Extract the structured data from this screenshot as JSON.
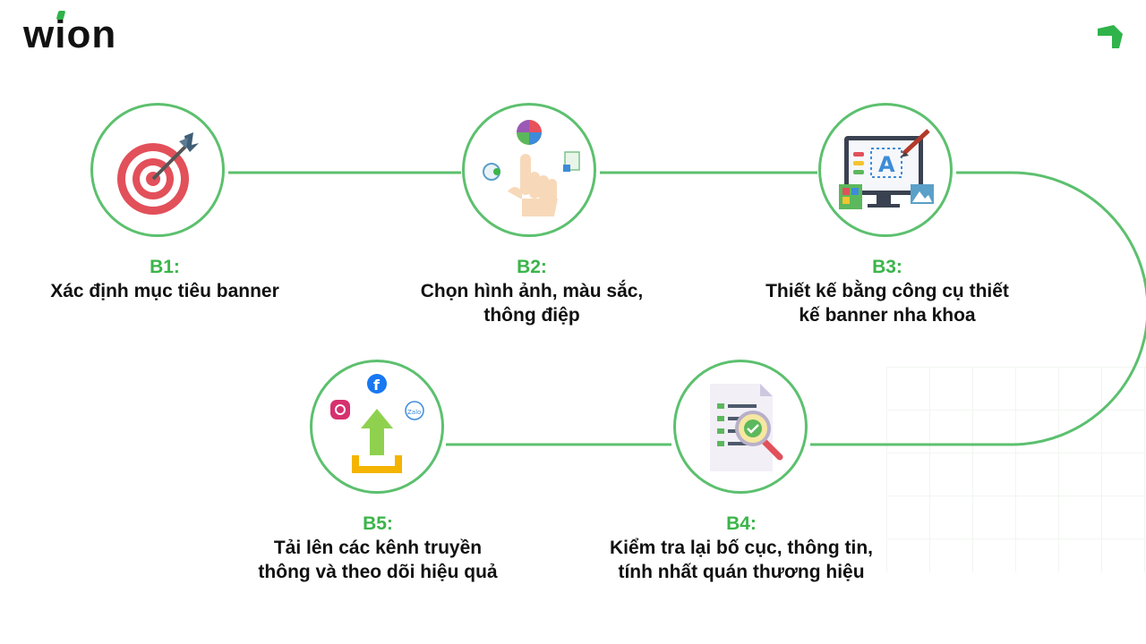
{
  "brand": {
    "logo_text": "wion"
  },
  "steps": [
    {
      "id": "B1",
      "number": "B1:",
      "desc": "Xác định mục tiêu banner",
      "icon": "target-icon"
    },
    {
      "id": "B2",
      "number": "B2:",
      "desc": "Chọn hình ảnh, màu sắc,\nthông điệp",
      "icon": "hand-pointer-icon"
    },
    {
      "id": "B3",
      "number": "B3:",
      "desc": "Thiết kế bằng công cụ thiết\nkế banner nha khoa",
      "icon": "design-monitor-icon"
    },
    {
      "id": "B4",
      "number": "B4:",
      "desc": "Kiểm tra lại bố cục, thông tin,\ntính nhất quán thương hiệu",
      "icon": "checklist-magnifier-icon"
    },
    {
      "id": "B5",
      "number": "B5:",
      "desc": "Tải lên các kênh truyền\nthông và theo dõi hiệu quả",
      "icon": "upload-social-icon"
    }
  ],
  "social_badges": {
    "zalo": "Zalo"
  },
  "colors": {
    "accent": "#3bb54a",
    "ring": "#5cc06e",
    "text": "#111111"
  }
}
